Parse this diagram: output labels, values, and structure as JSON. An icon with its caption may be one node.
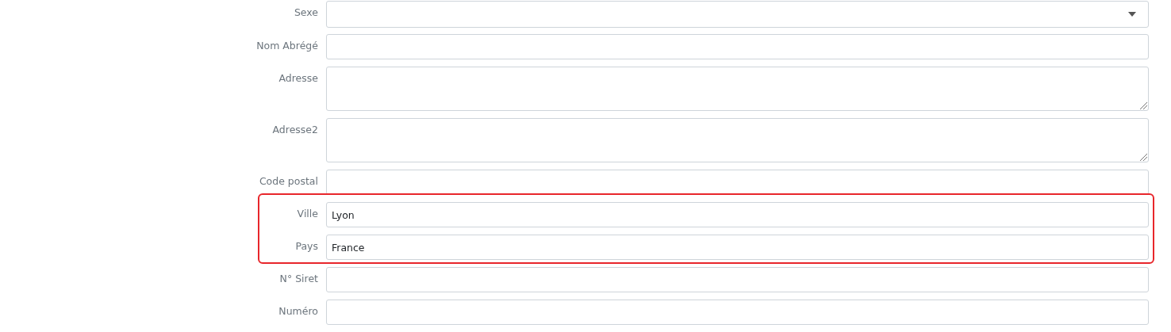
{
  "diagram": {
    "nodes": [
      {
        "text": [],
        "shape": "box",
        "beside": [
          "Sexe"
        ]
      },
      {
        "text": [],
        "shape": "box",
        "beside": [
          "Nom Abrégé"
        ]
      },
      {
        "text": [],
        "shape": "box",
        "beside": [
          "Adresse"
        ]
      },
      {
        "text": [],
        "shape": "box",
        "beside": [
          "Adresse2"
        ]
      },
      {
        "text": [],
        "shape": "box",
        "beside": [
          "Code postal"
        ]
      },
      {
        "text": [],
        "shape": "box"
      },
      {
        "text": [
          "Lyon"
        ],
        "beside": [
          "Ville"
        ],
        "in": 5
      },
      {
        "text": [
          "France"
        ],
        "beside": [
          "Pays"
        ],
        "in": 5
      },
      {
        "text": [],
        "shape": "box",
        "beside": [
          "N° Siret"
        ]
      },
      {
        "text": [],
        "shape": "box",
        "beside": [
          "Numéro"
        ]
      }
    ],
    "edges": []
  }
}
